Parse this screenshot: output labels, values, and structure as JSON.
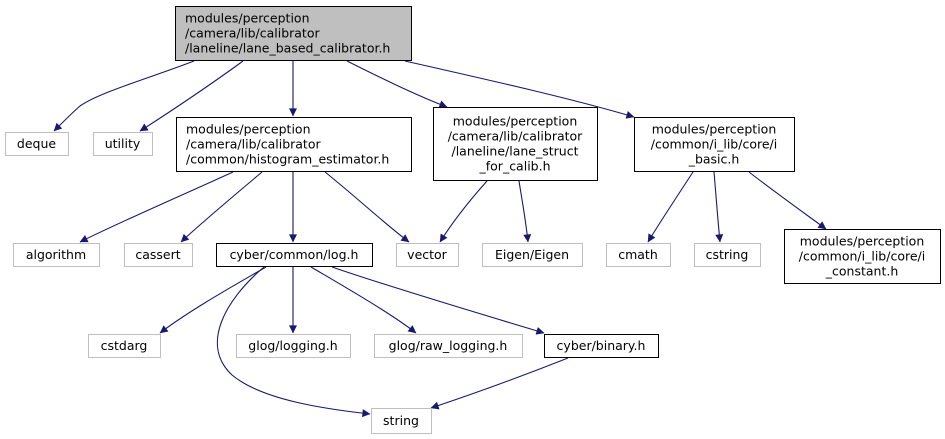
{
  "diagram": {
    "colors": {
      "edge": "#191970",
      "root_fill": "#bfbfbf",
      "node_border": "#000000",
      "system_border": "#bfbfbf",
      "text": "#000000"
    },
    "nodes": {
      "lane_based_calibrator": {
        "lines": [
          "modules/perception",
          "/camera/lib/calibrator",
          "/laneline/lane_based_calibrator.h"
        ],
        "style": "root"
      },
      "deque": {
        "lines": [
          "deque"
        ],
        "style": "system"
      },
      "utility": {
        "lines": [
          "utility"
        ],
        "style": "system"
      },
      "histogram_estimator": {
        "lines": [
          "modules/perception",
          "/camera/lib/calibrator",
          "/common/histogram_estimator.h"
        ],
        "style": "file"
      },
      "lane_struct_for_calib": {
        "lines": [
          "modules/perception",
          "/camera/lib/calibrator",
          "/laneline/lane_struct",
          "_for_calib.h"
        ],
        "style": "file"
      },
      "i_basic": {
        "lines": [
          "modules/perception",
          "/common/i_lib/core/i",
          "_basic.h"
        ],
        "style": "file"
      },
      "algorithm": {
        "lines": [
          "algorithm"
        ],
        "style": "system"
      },
      "cassert": {
        "lines": [
          "cassert"
        ],
        "style": "system"
      },
      "log_h": {
        "lines": [
          "cyber/common/log.h"
        ],
        "style": "file"
      },
      "vector": {
        "lines": [
          "vector"
        ],
        "style": "system"
      },
      "eigen": {
        "lines": [
          "Eigen/Eigen"
        ],
        "style": "system"
      },
      "cmath": {
        "lines": [
          "cmath"
        ],
        "style": "system"
      },
      "cstring": {
        "lines": [
          "cstring"
        ],
        "style": "system"
      },
      "i_constant": {
        "lines": [
          "modules/perception",
          "/common/i_lib/core/i",
          "_constant.h"
        ],
        "style": "file"
      },
      "cstdarg": {
        "lines": [
          "cstdarg"
        ],
        "style": "system"
      },
      "glog_logging": {
        "lines": [
          "glog/logging.h"
        ],
        "style": "system"
      },
      "glog_raw_logging": {
        "lines": [
          "glog/raw_logging.h"
        ],
        "style": "system"
      },
      "cyber_binary": {
        "lines": [
          "cyber/binary.h"
        ],
        "style": "file"
      },
      "string": {
        "lines": [
          "string"
        ],
        "style": "system"
      }
    },
    "edges": [
      [
        "lane_based_calibrator",
        "deque"
      ],
      [
        "lane_based_calibrator",
        "utility"
      ],
      [
        "lane_based_calibrator",
        "histogram_estimator"
      ],
      [
        "lane_based_calibrator",
        "lane_struct_for_calib"
      ],
      [
        "lane_based_calibrator",
        "i_basic"
      ],
      [
        "histogram_estimator",
        "algorithm"
      ],
      [
        "histogram_estimator",
        "cassert"
      ],
      [
        "histogram_estimator",
        "log_h"
      ],
      [
        "histogram_estimator",
        "vector"
      ],
      [
        "lane_struct_for_calib",
        "vector"
      ],
      [
        "lane_struct_for_calib",
        "eigen"
      ],
      [
        "i_basic",
        "cmath"
      ],
      [
        "i_basic",
        "cstring"
      ],
      [
        "i_basic",
        "i_constant"
      ],
      [
        "log_h",
        "cstdarg"
      ],
      [
        "log_h",
        "glog_logging"
      ],
      [
        "log_h",
        "glog_raw_logging"
      ],
      [
        "log_h",
        "cyber_binary"
      ],
      [
        "log_h",
        "string"
      ],
      [
        "cyber_binary",
        "string"
      ]
    ]
  }
}
